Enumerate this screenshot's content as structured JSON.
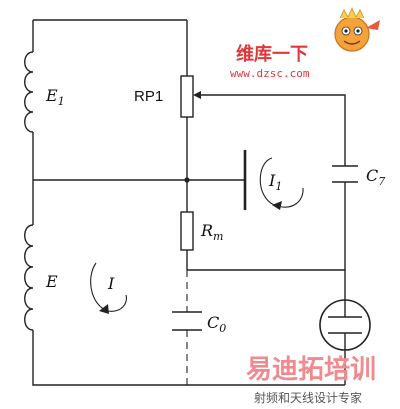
{
  "labels": {
    "e1_main": "E",
    "e1_sub": "1",
    "rp1": "RP1",
    "i1_main": "I",
    "i1_sub": "1",
    "c7_main": "C",
    "c7_sub": "7",
    "rm_main": "R",
    "rm_sub": "m",
    "e_main": "E",
    "i_main": "I",
    "c0_main": "C",
    "c0_sub": "0"
  },
  "watermark_top": {
    "brand_cn": "维库一下",
    "url": "www.dzsc.com"
  },
  "watermark_bottom": {
    "brand_cn": "易迪拓培训",
    "tagline": "射频和天线设计专家"
  },
  "colors": {
    "wire": "#222222",
    "watermark_red": "#e0373c",
    "watermark_pink": "#f08a8e",
    "tagline": "#555555"
  }
}
